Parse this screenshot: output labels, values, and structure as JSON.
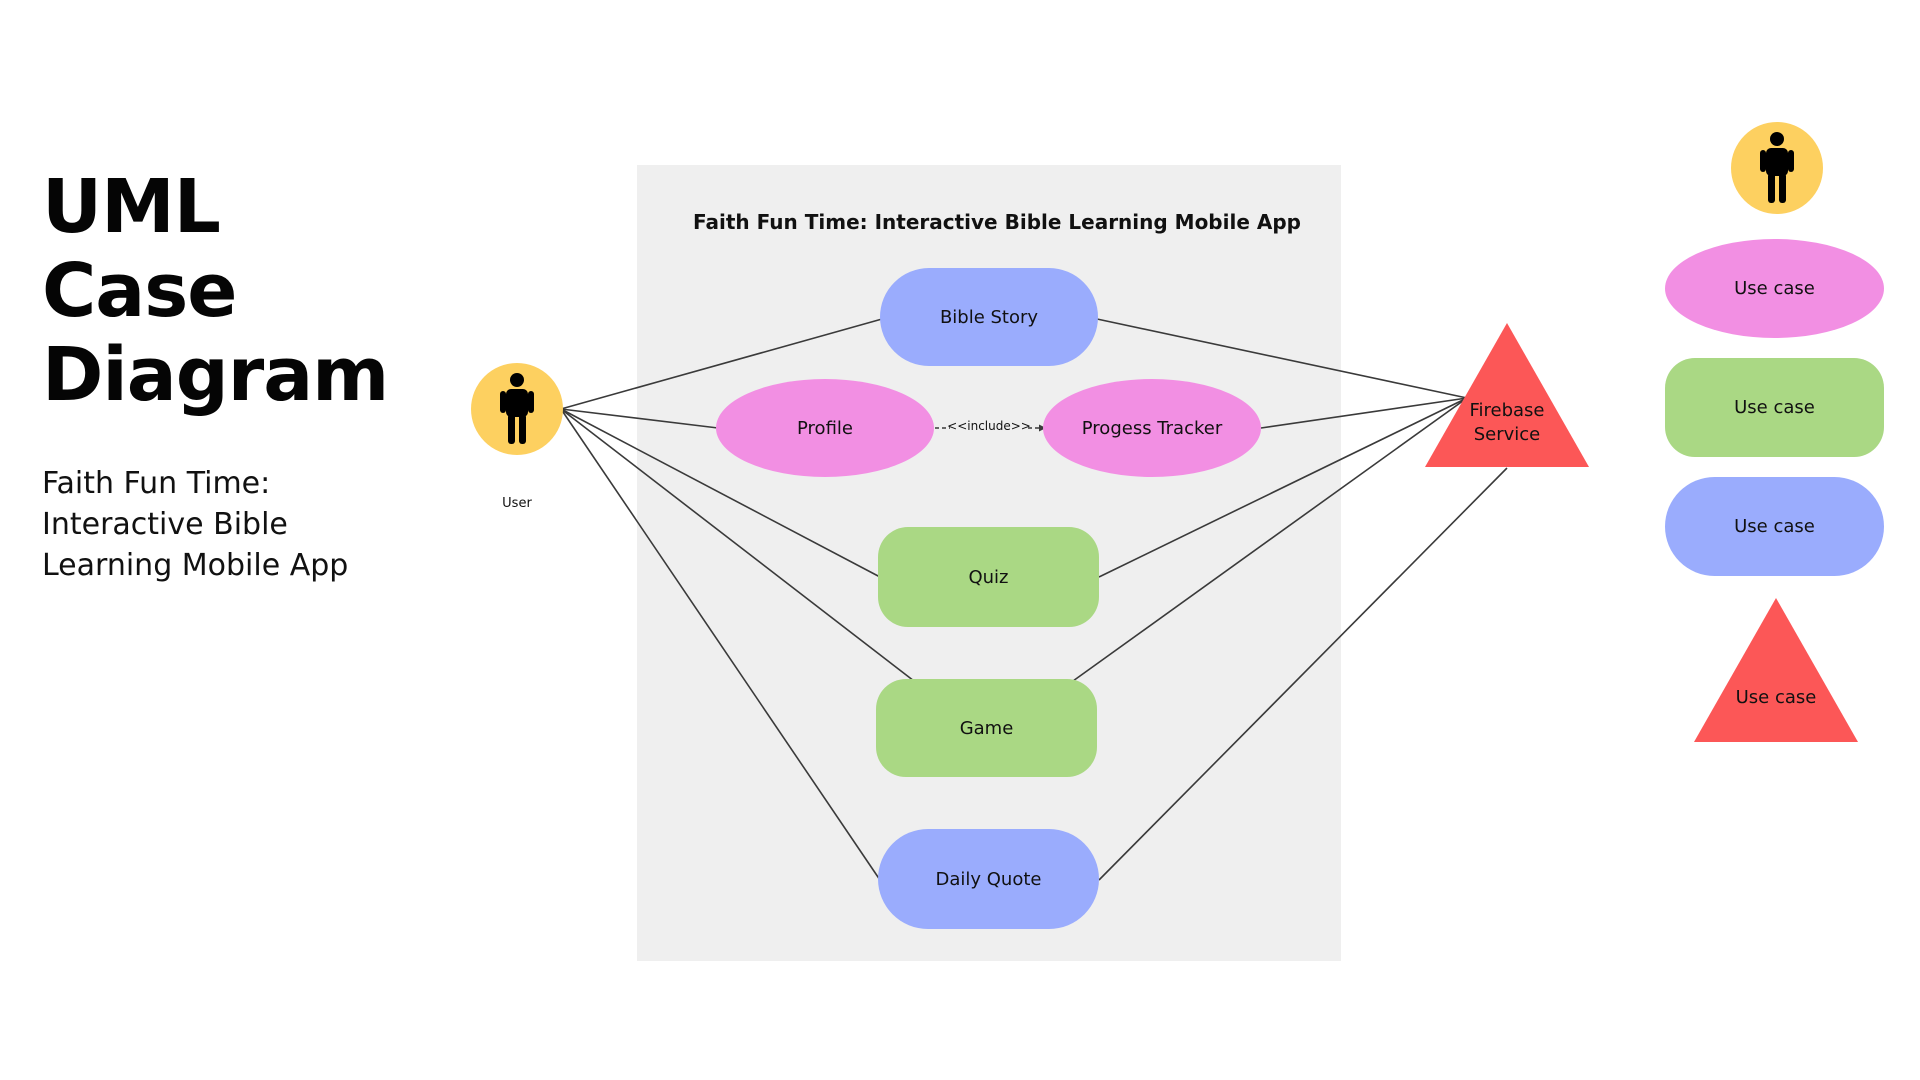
{
  "heading": {
    "title_lines": [
      "UML",
      "Case",
      "Diagram"
    ],
    "subtitle_lines": [
      "Faith Fun Time:",
      "Interactive Bible",
      "Learning Mobile App"
    ]
  },
  "system": {
    "title": "Faith Fun Time: Interactive Bible Learning Mobile App"
  },
  "actors": {
    "user": {
      "label": "User",
      "icon": "person-icon"
    },
    "firebase": {
      "label_lines": [
        "Firebase",
        "Service"
      ]
    }
  },
  "use_cases": {
    "bible_story": "Bible Story",
    "profile": "Profile",
    "progress_tracker": "Progess Tracker",
    "quiz": "Quiz",
    "game": "Game",
    "daily_quote": "Daily Quote"
  },
  "relationships": {
    "include_label": "<<include>>"
  },
  "legend": {
    "actor_icon": "person-icon",
    "pink": "Use case",
    "green": "Use case",
    "blue": "Use case",
    "triangle": "Use case"
  },
  "colors": {
    "actor": "#fdd060",
    "pink": "#f28fe3",
    "green": "#aad884",
    "blue": "#9aacfd",
    "red": "#fc5757",
    "boundary": "#efefef",
    "line": "#3a3a3a"
  }
}
